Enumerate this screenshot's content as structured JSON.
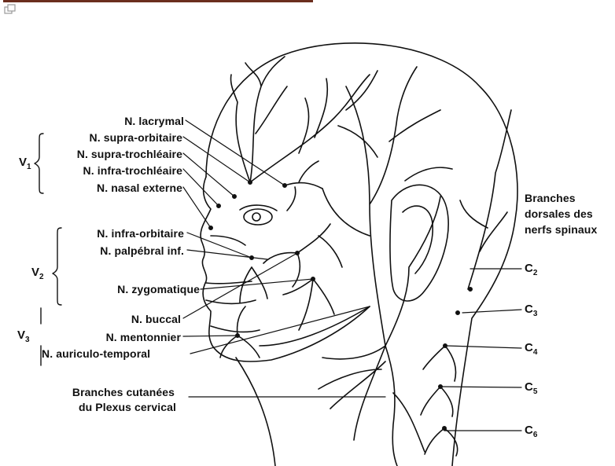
{
  "groups": {
    "v1": {
      "letter": "V",
      "num": "1"
    },
    "v2": {
      "letter": "V",
      "num": "2"
    },
    "v3": {
      "letter": "V",
      "num": "3"
    }
  },
  "nerves": {
    "lacrymal": "N. lacrymal",
    "supra_orbitaire": "N. supra-orbitaire",
    "supra_trochleaire": "N. supra-trochléaire",
    "infra_trochleaire": "N. infra-trochléaire",
    "nasal_externe": "N. nasal externe",
    "infra_orbitaire": "N. infra-orbitaire",
    "palpebral_inf": "N. palpébral inf.",
    "zygomatique": "N. zygomatique",
    "buccal": "N. buccal",
    "mentonnier": "N. mentonnier",
    "auriculo_temporal": "N. auriculo-temporal",
    "plexus_cervical_line1": "Branches cutanées",
    "plexus_cervical_line2": "du Plexus cervical"
  },
  "spinal": {
    "title_line1": "Branches",
    "title_line2": "dorsales des",
    "title_line3": "nerfs spinaux",
    "c2": {
      "letter": "C",
      "num": "2"
    },
    "c3": {
      "letter": "C",
      "num": "3"
    },
    "c4": {
      "letter": "C",
      "num": "4"
    },
    "c5": {
      "letter": "C",
      "num": "5"
    },
    "c6": {
      "letter": "C",
      "num": "6"
    }
  },
  "colors": {
    "ink": "#111111",
    "topbar": "#6b2e1e",
    "background": "#ffffff"
  }
}
